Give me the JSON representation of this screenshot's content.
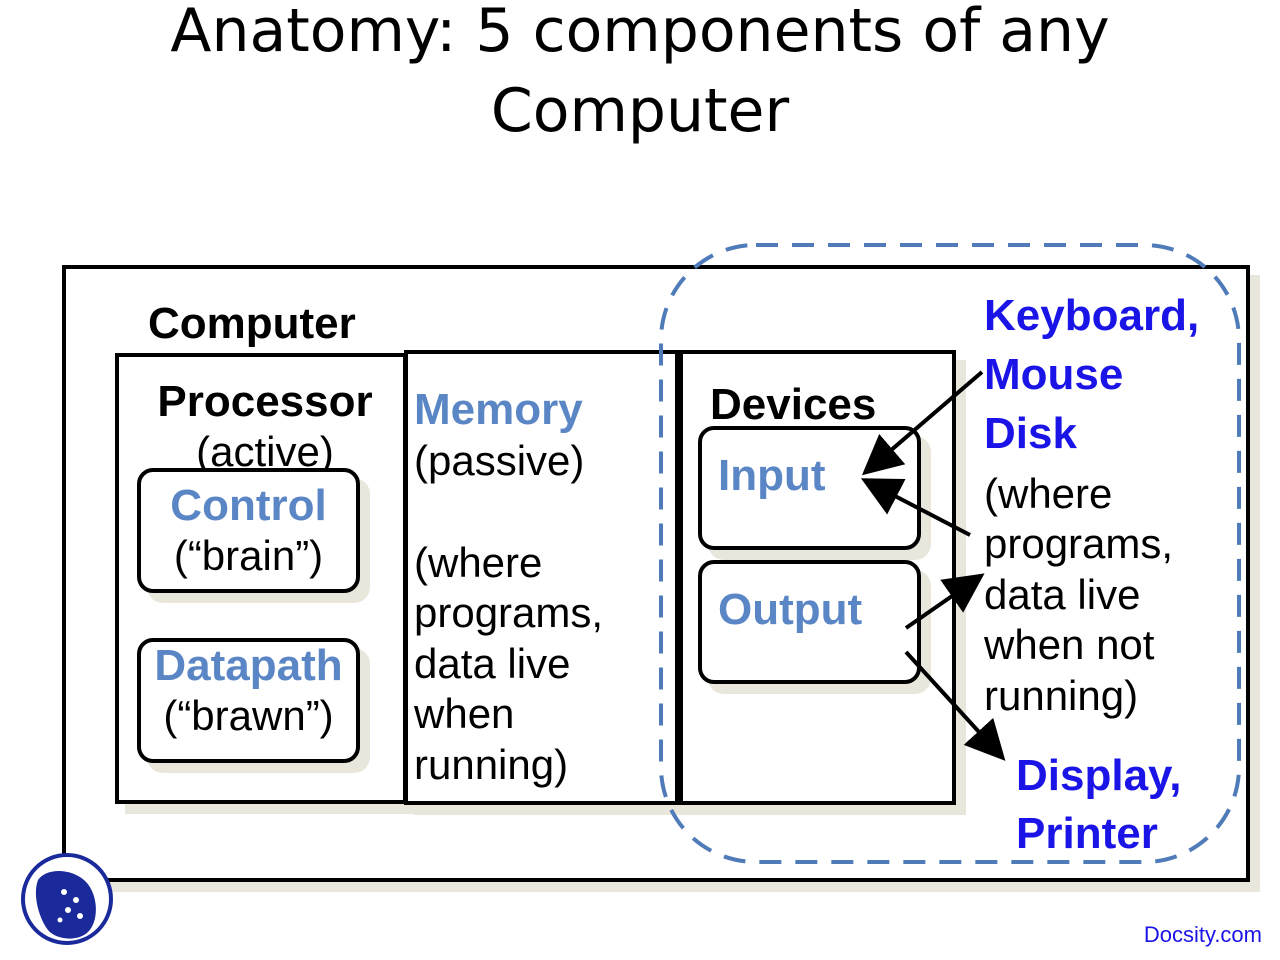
{
  "title_line1": "Anatomy: 5 components of any",
  "title_line2": "Computer",
  "computer_label": "Computer",
  "processor": {
    "label": "Processor",
    "note": "(active)",
    "control": {
      "label": "Control",
      "note": "(“brain”)"
    },
    "datapath": {
      "label": "Datapath",
      "note": "(“brawn”)"
    }
  },
  "memory": {
    "label": "Memory",
    "note": "(passive)",
    "desc": [
      "(where",
      "programs,",
      "data live",
      "when",
      "running)"
    ]
  },
  "devices": {
    "label": "Devices",
    "input": "Input",
    "output": "Output"
  },
  "external": {
    "input_devices": [
      "Keyboard,",
      "Mouse",
      "Disk"
    ],
    "disk_note": [
      "(where",
      "programs,",
      "data live",
      "when not",
      "running)"
    ],
    "output_devices_1": "Display",
    "output_devices_1_sep": ",",
    "output_devices_2": "Printer"
  },
  "brand": "Docsity.com",
  "colors": {
    "component_blue": "#5b86c5",
    "device_blue": "#1a14e6",
    "dash_blue": "#4f7bb8"
  }
}
